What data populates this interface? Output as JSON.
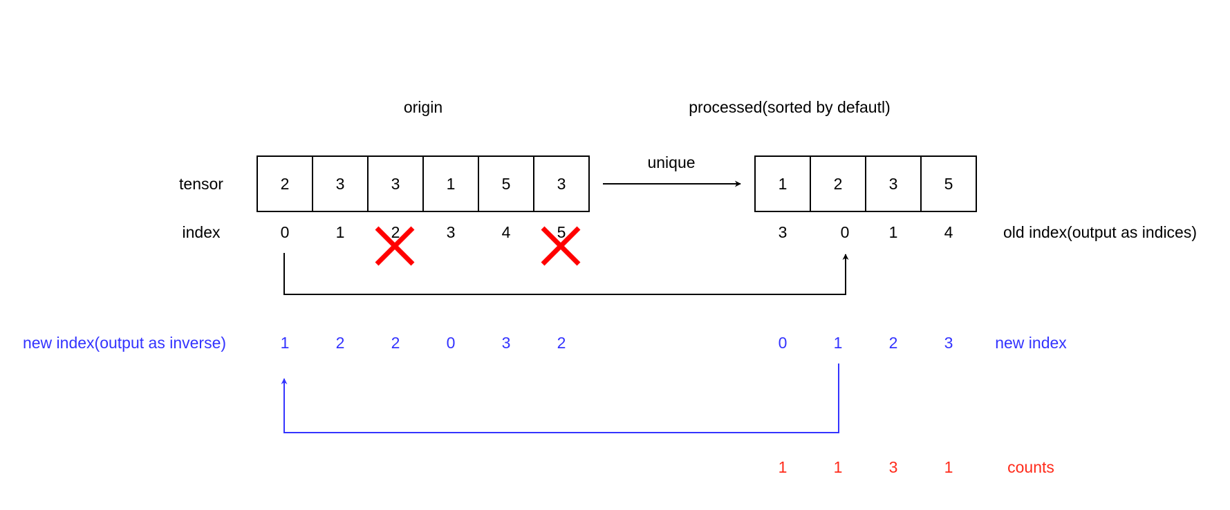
{
  "labels": {
    "origin": "origin",
    "processed": "processed(sorted by defautl)",
    "unique": "unique",
    "tensor": "tensor",
    "index": "index",
    "old_index": "old index(output as indices)",
    "new_index_inverse": "new index(output as inverse)",
    "new_index": "new index",
    "counts": "counts"
  },
  "origin": {
    "tensor": [
      "2",
      "3",
      "3",
      "1",
      "5",
      "3"
    ],
    "index": [
      "0",
      "1",
      "2",
      "3",
      "4",
      "5"
    ],
    "removed_index_positions": [
      2,
      5
    ],
    "new_index": [
      "1",
      "2",
      "2",
      "0",
      "3",
      "2"
    ]
  },
  "processed": {
    "tensor": [
      "1",
      "2",
      "3",
      "5"
    ],
    "old_index": [
      "3",
      "0",
      "1",
      "4"
    ],
    "new_index": [
      "0",
      "1",
      "2",
      "3"
    ],
    "counts": [
      "1",
      "1",
      "3",
      "1"
    ]
  },
  "colors": {
    "black": "#000000",
    "blue": "#3333ff",
    "red": "#ff2a1a",
    "cross": "#ff0000"
  }
}
